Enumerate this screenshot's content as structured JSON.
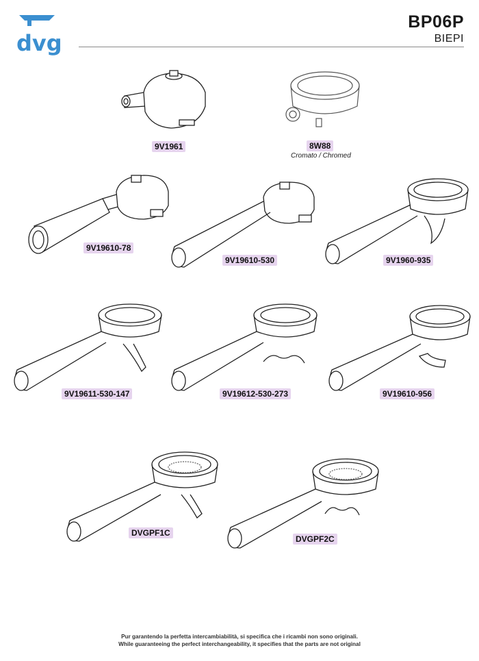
{
  "header": {
    "logo_text": "dvg",
    "code": "BP06P",
    "brand": "BIEPI"
  },
  "parts": [
    {
      "label": "9V1961"
    },
    {
      "label": "8W88",
      "note": "Cromato / Chromed"
    },
    {
      "label": "9V19610-78"
    },
    {
      "label": "9V19610-530"
    },
    {
      "label": "9V1960-935"
    },
    {
      "label": "9V19611-530-147"
    },
    {
      "label": "9V19612-530-273"
    },
    {
      "label": "9V19610-956"
    },
    {
      "label": "DVGPF1C"
    },
    {
      "label": "DVGPF2C"
    }
  ],
  "footer": {
    "line1": "Pur garantendo la perfetta intercambiabilità, si specifica che i ricambi non sono originali.",
    "line2": "While guaranteeing the perfect interchangeability, it specifies that the parts are not original"
  },
  "colors": {
    "logo_blue": "#3b8fd0",
    "label_bg": "#e6d4ee"
  }
}
